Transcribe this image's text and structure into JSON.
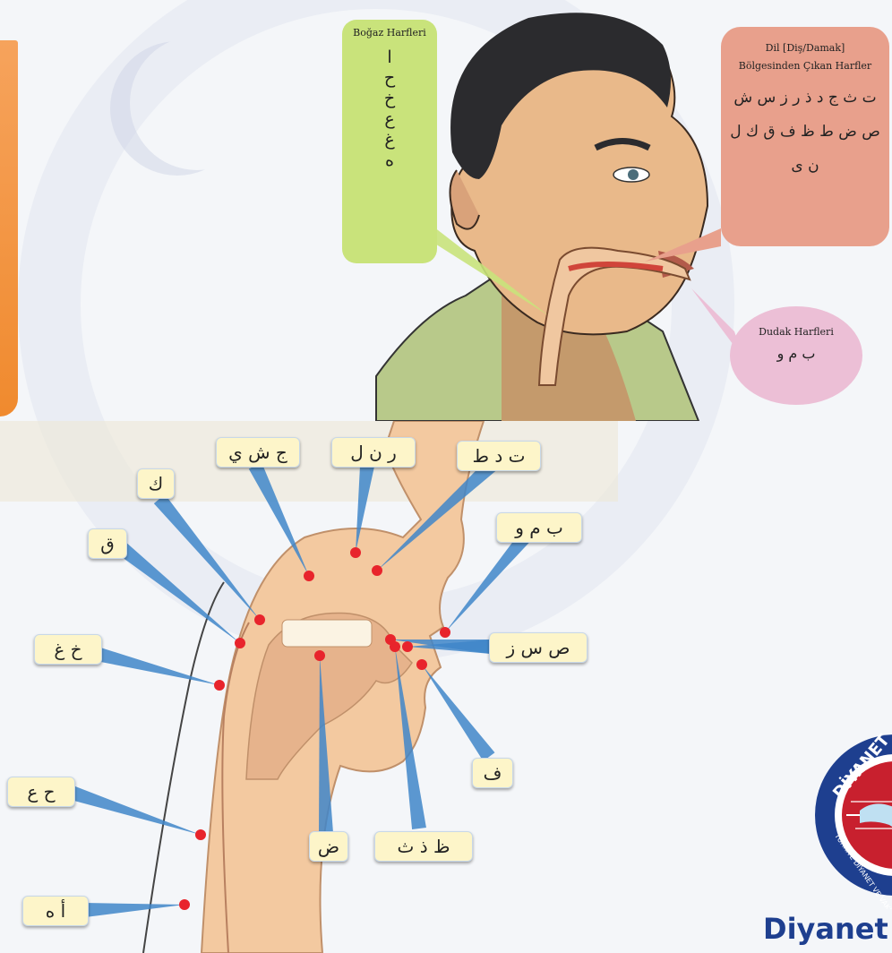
{
  "photo": {
    "throat": {
      "title": "Boğaz Harfleri",
      "letters": [
        "ا",
        "ح",
        "خ",
        "ع",
        "غ",
        "ه"
      ]
    },
    "tongue": {
      "title_line1": "Dil [Diş/Damak]",
      "title_line2": "Bölgesinden Çıkan Harfler",
      "letters": [
        "ت ث ج د ذ ر ز س ش",
        "ص ض ط ظ ف ق ك ل",
        "ن ى"
      ]
    },
    "lips": {
      "title": "Dudak Harfleri",
      "letters": "ب م و"
    }
  },
  "diagram": {
    "labels": {
      "jsy": "ج ش ي",
      "rnl": "ر ن ل",
      "tdt": "ت د ط",
      "k": "ك",
      "q": "ق",
      "bmw": "ب م و",
      "kh": "خ غ",
      "ssz": "ص س ز",
      "f": "ف",
      "ha": "ح ع",
      "dad": "ض",
      "zdt": "ظ ذ ث",
      "ah": "أ ه"
    }
  },
  "logo": {
    "text": "Diyanet",
    "ring_text": "DİYANET",
    "arc_text": "TÜRKİYE DİYANET VE VAKIF"
  },
  "colors": {
    "throat": "#c9e37b",
    "tongue": "#e8a08c",
    "lips": "#ecbfd6",
    "chip": "#fdf5c9",
    "dot": "#e8242c"
  }
}
